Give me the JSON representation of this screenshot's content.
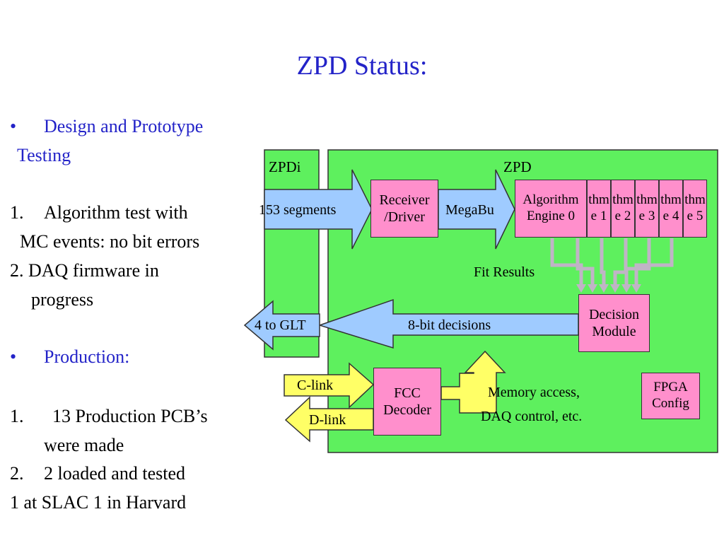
{
  "title": "ZPD Status:",
  "bullets": {
    "design_bullet": "•",
    "design_line1": "Design and Prototype",
    "design_line2": "Testing",
    "item1_num": "1.",
    "item1_line1": "Algorithm test with",
    "item1_line2": "MC events:  no bit errors",
    "item2_line1": "2. DAQ firmware in",
    "item2_line2": "progress",
    "production_bullet": "•",
    "production": "Production:",
    "prod1_num": "1.",
    "prod1_line1": "13 Production PCB’s",
    "prod1_line2": "were made",
    "prod2_num": "2.",
    "prod2_line1": "2 loaded and tested",
    "prod3": "1 at SLAC 1 in Harvard"
  },
  "diagram": {
    "zpdi_label": "ZPDi",
    "zpd_label": "ZPD",
    "segments_arrow": "153 segments",
    "receiver_line1": "Receiver",
    "receiver_line2": "/Driver",
    "megabus_arrow": "MegaBu",
    "algo_engines": [
      {
        "line1": "Algorithm",
        "line2": "Engine 0"
      },
      {
        "line1": "thm",
        "line2": "e 1"
      },
      {
        "line1": "thm",
        "line2": "e 2"
      },
      {
        "line1": "thm",
        "line2": "e 3"
      },
      {
        "line1": "thm",
        "line2": "e 4"
      },
      {
        "line1": "thm",
        "line2": "e 5"
      }
    ],
    "fit_results": "Fit Results",
    "decision_line1": "Decision",
    "decision_line2": "Module",
    "decisions_arrow": "8-bit decisions",
    "glt_label": "4 to GLT",
    "clink": "C-link",
    "dlink": "D-link",
    "fcc_line1": "FCC",
    "fcc_line2": "Decoder",
    "memory_line1": "Memory access,",
    "memory_line2": "DAQ control, etc.",
    "fpga_line1": "FPGA",
    "fpga_line2": "Config"
  },
  "colors": {
    "title_blue": "#2323c8",
    "zpd_green": "#5ef05e",
    "arrow_blue": "#9fcbff",
    "box_pink": "#ff8fcc",
    "link_yellow": "#ffff66",
    "connector_gray": "#c0b4c6"
  }
}
